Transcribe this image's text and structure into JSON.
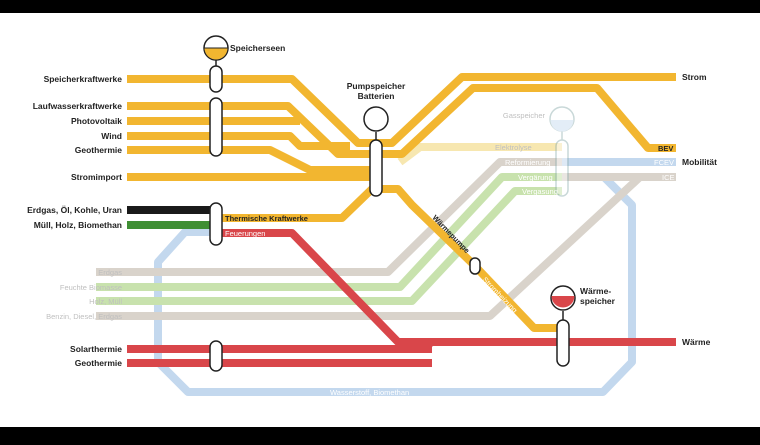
{
  "colors": {
    "strom": "#f2b630",
    "waerme": "#d9464a",
    "fossil": "#1a1a1a",
    "biomasse": "#3f8f34",
    "gas_faint": "#d9d3cb",
    "bio_faint": "#c8e2ad",
    "blue_faint": "#c3d8ee",
    "yellow_faint": "#f7e7b0",
    "background": "#ffffff",
    "frame": "#000000"
  },
  "sources": {
    "speicherkraftwerke": "Speicherkraftwerke",
    "laufwasserkraftwerke": "Laufwasserkraftwerke",
    "photovoltaik": "Photovoltaik",
    "wind": "Wind",
    "geothermie_strom": "Geothermie",
    "stromimport": "Stromimport",
    "fossil": "Erdgas, Öl, Kohle, Uran",
    "biomasse": "Müll, Holz, Biomethan",
    "erdgas": "Erdgas",
    "feuchte_biomasse": "Feuchte Biomasse",
    "holz_muell": "Holz, Müll",
    "benzin": "Benzin, Diesel, Erdgas",
    "solarthermie": "Solarthermie",
    "geothermie_waerme": "Geothermie"
  },
  "sinks": {
    "strom": "Strom",
    "mobilitaet": "Mobilität",
    "waerme": "Wärme"
  },
  "stations": {
    "speicherseen": "Speicherseen",
    "pumpspeicher_1": "Pumpspeicher",
    "pumpspeicher_2": "Batterien",
    "gasspeicher": "Gasspeicher",
    "waermespeicher_1": "Wärme-",
    "waermespeicher_2": "speicher"
  },
  "track_labels": {
    "thermische_kraftwerke": "Thermische Kraftwerke",
    "feuerungen": "Feuerungen",
    "waermepumpe": "Wärmepumpe",
    "stromheizung": "Stromheizung",
    "elektrolyse": "Elektrolyse",
    "reformierung": "Reformierung",
    "vergaerung": "Vergärung",
    "vergasung": "Vergasung",
    "bev": "BEV",
    "fcev": "FCEV",
    "ice": "ICE",
    "wasserstoff": "Wasserstoff, Biomethan"
  }
}
